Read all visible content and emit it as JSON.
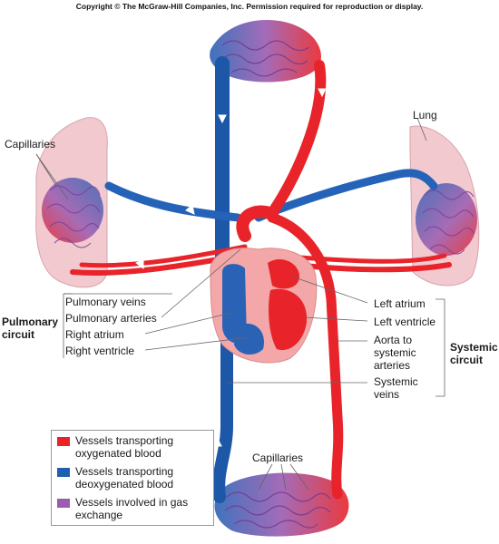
{
  "copyright": "Copyright © The McGraw-Hill Companies, Inc. Permission required for reproduction or display.",
  "labels": {
    "capillaries_lung": "Capillaries",
    "lung": "Lung",
    "pulmonary_veins": "Pulmonary veins",
    "pulmonary_arteries": "Pulmonary arteries",
    "right_atrium": "Right atrium",
    "right_ventricle": "Right ventricle",
    "pulmonary_circuit": "Pulmonary circuit",
    "left_atrium": "Left atrium",
    "left_ventricle": "Left ventricle",
    "aorta": "Aorta to systemic arteries",
    "systemic_veins": "Systemic veins",
    "systemic_circuit": "Systemic circuit",
    "capillaries_body": "Capillaries"
  },
  "legend": [
    {
      "text": "Vessels transporting oxygenated blood",
      "color": "#e8242a"
    },
    {
      "text": "Vessels transporting deoxygenated blood",
      "color": "#1f5fae"
    },
    {
      "text": "Vessels involved in gas exchange",
      "color": "#9a5bb0"
    }
  ],
  "colors": {
    "oxygenated": "#e8242a",
    "deoxygenated": "#2563b8",
    "exchange": "#9a5bb0",
    "lung": "#f2c9cf",
    "heart": "#f3a7a8"
  }
}
